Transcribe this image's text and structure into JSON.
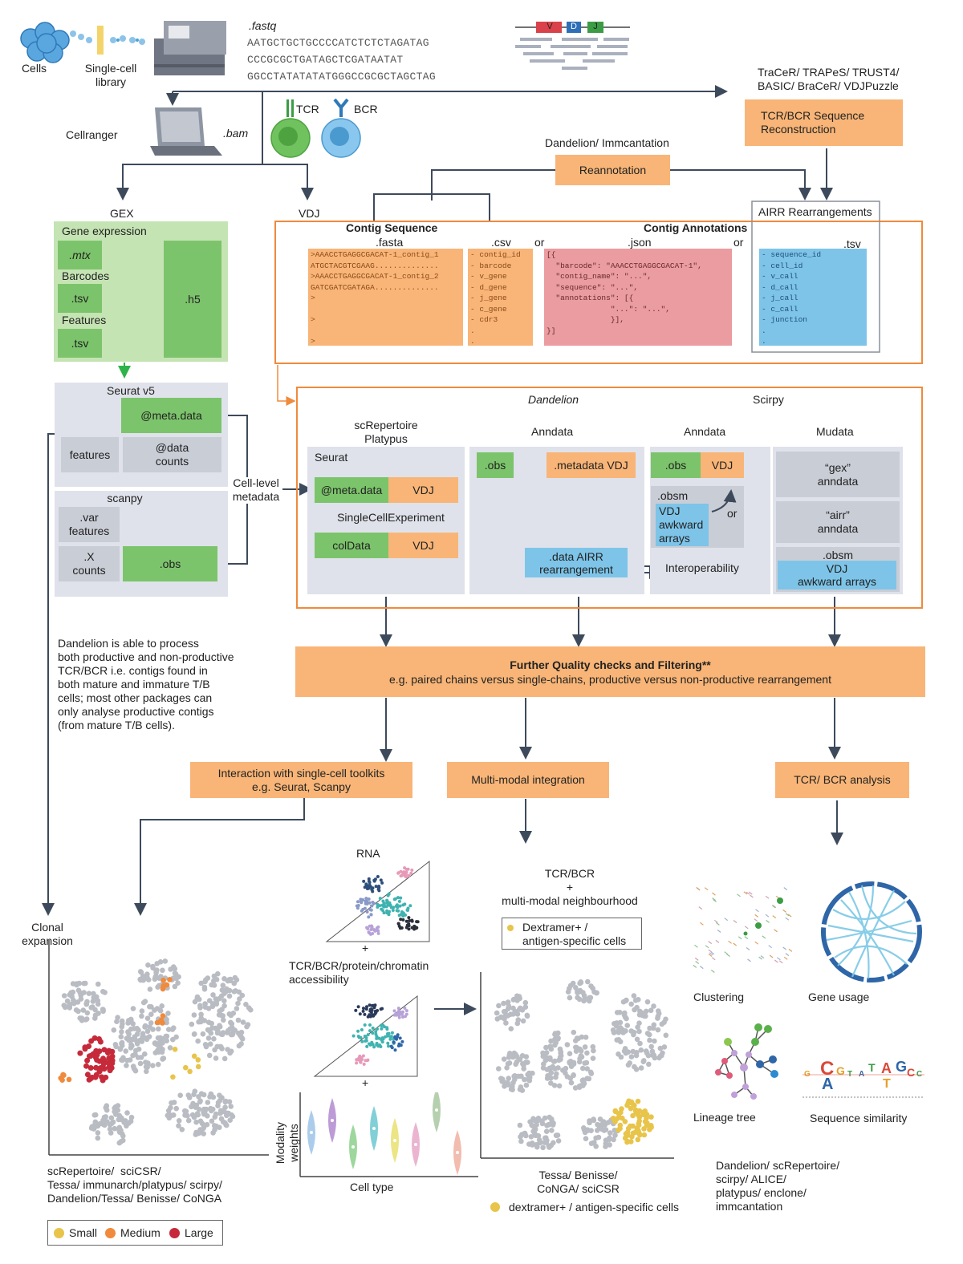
{
  "top": {
    "cells_label": "Cells",
    "library_label": "Single-cell\nlibrary",
    "fastq_label": ".fastq",
    "seq_lines": [
      "AATGCTGCTGCCCCATCTCTCTAGATAG",
      "CCCGCGCTGATAGCTCGATAATAT",
      "GGCCTATATATATGGGCCGCGCTAGCTAG"
    ],
    "vdj_letters": [
      "V",
      "D",
      "J"
    ],
    "cellranger_label": "Cellranger",
    "bam_label": ".bam",
    "tcr_label": "TCR",
    "bcr_label": "BCR",
    "tools_recon": "TraCeR/ TRAPeS/ TRUST4/\nBASIC/ BraCeR/ VDJPuzzle",
    "recon_box": "TCR/BCR Sequence\nReconstruction",
    "dandelion_imm": "Dandelion/ Immcantation",
    "reannotation": "Reannotation",
    "gex": "GEX",
    "vdj": "VDJ",
    "airr_rearr": "AIRR Rearrangements"
  },
  "gex_panel": {
    "gene_expression": "Gene expression",
    "mtx": ".mtx",
    "barcodes": "Barcodes",
    "tsv1": ".tsv",
    "features": "Features",
    "tsv2": ".tsv",
    "h5": ".h5"
  },
  "contig": {
    "seq_title": "Contig Sequence",
    "ann_title": "Contig Annotations",
    "fasta": ".fasta",
    "csv": ".csv",
    "or1": "or",
    "json": ".json",
    "or2": "or",
    "tsv": ".tsv",
    "fasta_text": ">AAACCTGAGGCGACAT-1_contig_1\nATGCTACGTCGAAG..............\n>AAACCTGAGGCGACAT-1_contig_2\nGATCGATCGATAGA..............\n>\n\n>\n\n>",
    "csv_text": "- contig_id\n- barcode\n- v_gene\n- d_gene\n- j_gene\n- c_gene\n- cdr3\n.\n.",
    "json_text": "[{\n  \"barcode\": \"AAACCTGAGGCGACAT-1\",\n  \"contig_name\": \"...\",\n  \"sequence\": \"...\",\n  \"annotations\": [{\n              \"...\": \"...\",\n              }],\n}]",
    "tsv_text": "- sequence_id\n- cell_id\n- v_call\n- d_call\n- j_call\n- c_call\n- junction\n.\n."
  },
  "objects": {
    "seurat_v5": "Seurat v5",
    "meta_data": "@meta.data",
    "features": "features",
    "data_counts": "@data\ncounts",
    "scanpy": "scanpy",
    "var_features": ".var\nfeatures",
    "x_counts": ".X\ncounts",
    "obs": ".obs",
    "cell_level": "Cell-level\nmetadata",
    "dandelion": "Dandelion",
    "scirpy": "Scirpy",
    "screp": "scRepertoire\nPlatypus",
    "anndata1": "Anndata",
    "anndata2": "Anndata",
    "mudata": "Mudata",
    "seurat": "Seurat",
    "meta_data2": "@meta.data",
    "vdj1": "VDJ",
    "sce": "SingleCellExperiment",
    "coldata": "colData",
    "vdj2": "VDJ",
    "obs2": ".obs",
    "metadata_vdj": ".metadata VDJ",
    "data_airr": ".data AIRR\nrearrangement",
    "obs3": ".obs",
    "vdj3": "VDJ",
    "obsm": ".obsm",
    "vdj_awkward": "VDJ\nawkward\narrays",
    "or": "or",
    "interop": "Interoperability",
    "gex_anndata": "“gex”\nanndata",
    "airr_anndata": "“airr”\nanndata",
    "obsm2": ".obsm",
    "vdj_awkward2": "VDJ\nawkward arrays"
  },
  "note": "Dandelion is able to process\nboth productive and non-productive\nTCR/BCR i.e. contigs found in\nboth mature and immature T/B\ncells; most other packages can\nonly analyse productive contigs\n(from mature T/B cells).",
  "qc": {
    "title": "Further Quality checks and Filtering**",
    "subtitle": "e.g. paired chains versus single-chains, productive versus non-productive rearrangement"
  },
  "downstream": {
    "interaction": "Interaction with single-cell toolkits\ne.g. Seurat, Scanpy",
    "multimodal": "Multi-modal integration",
    "tcr_bcr": "TCR/ BCR analysis"
  },
  "bottom": {
    "clonal": "Clonal\nexpansion",
    "rna": "RNA",
    "plus1": "+",
    "tcr_protein": "TCR/BCR/protein/chromatin\naccessibility",
    "plus2": "+",
    "modality": "Modality\nweights",
    "cell_type": "Cell type",
    "tcrbcr_nb": "TCR/BCR\n+\nmulti-modal neighbourhood",
    "dextramer_box": "Dextramer+ /\nantigen-specific cells",
    "tools_left": "scRepertoire/  sciCSR/\nTessa/ immunarch/platypus/ scirpy/\nDandelion/Tessa/ Benisse/ CoNGA",
    "tools_mid": "Tessa/ Benisse/\nCoNGA/ sciCSR",
    "dextramer_legend": "dextramer+ / antigen-specific cells",
    "legend_small": "Small",
    "legend_medium": "Medium",
    "legend_large": "Large",
    "clustering": "Clustering",
    "gene_usage": "Gene usage",
    "lineage": "Lineage tree",
    "seqsim": "Sequence similarity",
    "tools_right": "Dandelion/ scRepertoire/\nscirpy/ ALICE/\nplatypus/ enclone/\nimmcantation"
  },
  "colors": {
    "orange": "#f8b577",
    "green": "#7cc46b",
    "grey": "#c9cdd6",
    "blue": "#7dc4e8",
    "pink": "#ea9ca0",
    "arrow": "#3d4a5c",
    "frame": "#f08a3c"
  },
  "icons": [
    "cells-icon",
    "library-icon",
    "sequencer-icon",
    "laptop-icon",
    "tcr-cell-icon",
    "bcr-cell-icon"
  ]
}
